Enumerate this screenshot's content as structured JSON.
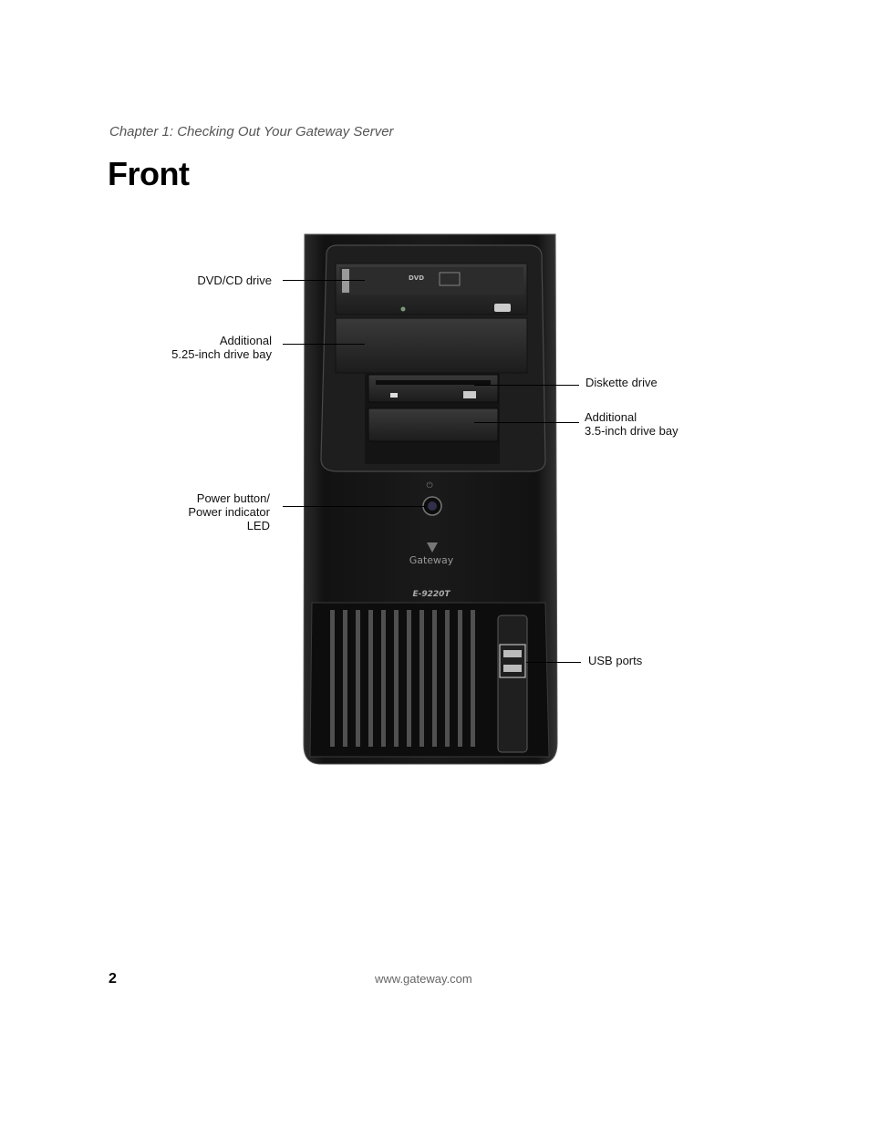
{
  "header": {
    "chapter": "Chapter 1: Checking Out Your Gateway Server"
  },
  "title": "Front",
  "figure": {
    "callouts": {
      "dvd_cd_drive": "DVD/CD drive",
      "additional_525_line1": "Additional",
      "additional_525_line2": "5.25-inch drive bay",
      "diskette_drive": "Diskette drive",
      "additional_35_line1": "Additional",
      "additional_35_line2": "3.5-inch drive bay",
      "power_line1": "Power button/",
      "power_line2": "Power indicator",
      "power_line3": "LED",
      "usb_ports": "USB ports"
    },
    "device_text": {
      "brand": "Gateway",
      "model": "E-9220T",
      "dvd_logo": "DVD"
    }
  },
  "footer": {
    "page_number": "2",
    "url": "www.gateway.com"
  }
}
